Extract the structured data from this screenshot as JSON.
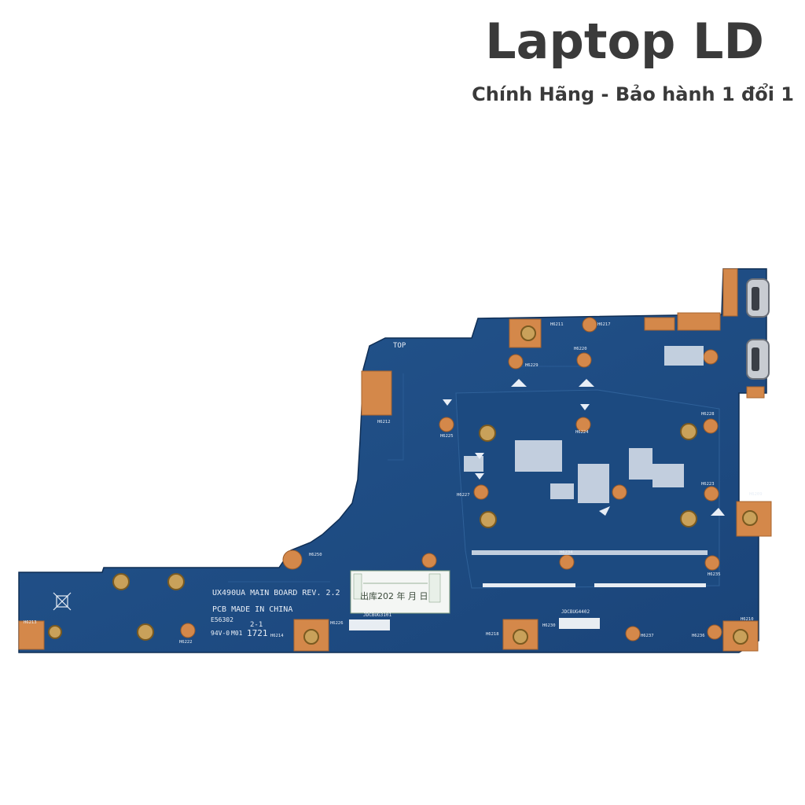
{
  "header": {
    "brand": "Laptop LD",
    "tagline": "Chính Hãng - Bảo hành 1 đổi 1"
  },
  "board": {
    "silkscreen": {
      "top": "TOP",
      "model": "UX490UA MAIN BOARD REV. 2.2",
      "made_in": "PCB MADE IN CHINA",
      "code1": "E56302",
      "code2": "2-1",
      "code3": "94V-0",
      "code4": "M01",
      "date": "1721",
      "conn_left": "JDCBUG3101",
      "conn_right": "JDCBUG4402"
    },
    "sticker": {
      "line": "出库202  年 月 日"
    },
    "holes": [
      "H6211",
      "H6217",
      "H6229",
      "H6220",
      "H6212",
      "H6225",
      "H6224",
      "H6227",
      "H6228",
      "H6223",
      "H6209",
      "H6250",
      "H6234",
      "H6235",
      "H6213",
      "H6222",
      "H6214",
      "H6226",
      "H6218",
      "H6230",
      "H6237",
      "H6236",
      "H6210"
    ]
  },
  "colors": {
    "pcb": "#1f4e87",
    "pcb_dark": "#173d6c",
    "pad": "#d4884a",
    "text": "#3a3a3a"
  }
}
